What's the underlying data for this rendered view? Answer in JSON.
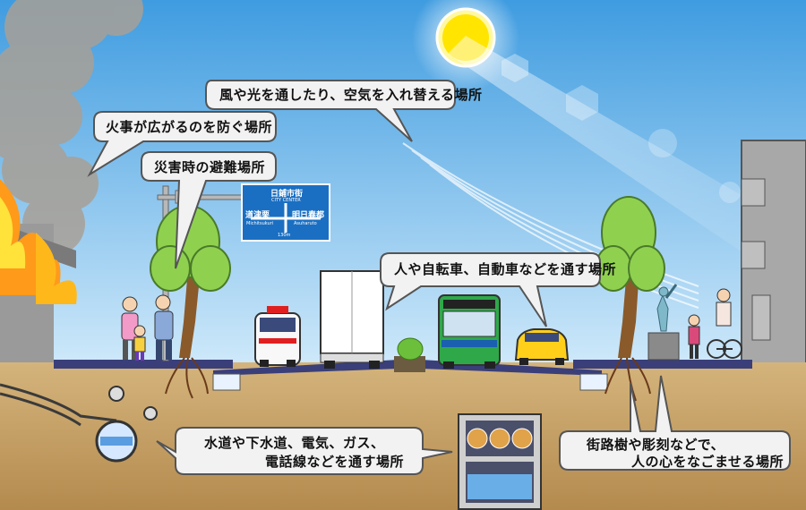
{
  "bubbles": {
    "wind_light": "風や光を通したり、空気を入れ替える場所",
    "fire": "火事が広がるのを防ぐ場所",
    "evacuation": "災害時の避難場所",
    "traffic": "人や自転車、自動車などを通す場所",
    "utilities_line1": "水道や下水道、電気、ガス、",
    "utilities_line2": "電話線などを通す場所",
    "trees_line1": "街路樹や彫刻などで、",
    "trees_line2": "人の心をなごませる場所"
  },
  "sign": {
    "top": "日鋪市街",
    "top_sub": "CITY CENTER",
    "left": "道津栗",
    "left_sub": "Michitsukuri",
    "right": "明日春都",
    "right_sub": "Asuharuto",
    "distance": "130m"
  },
  "colors": {
    "sky_top": "#4aa3e0",
    "sky_bottom": "#d9eefb",
    "ground": "#c8a46a",
    "road": "#3a3f7a",
    "tree_leaf": "#8fd14f",
    "sign_blue": "#1a6fc2"
  }
}
